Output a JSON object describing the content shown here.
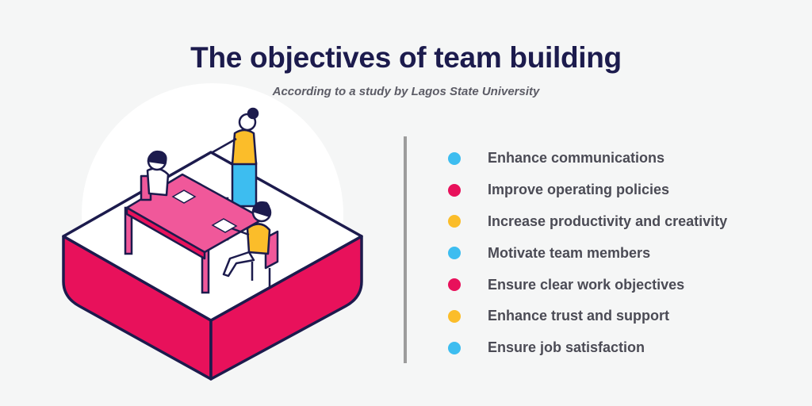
{
  "header": {
    "title": "The objectives of team building",
    "subtitle": "According to a study by Lagos State University"
  },
  "objectives": [
    {
      "label": "Enhance communications",
      "color": "#3dbdf0"
    },
    {
      "label": "Improve operating policies",
      "color": "#e8115b"
    },
    {
      "label": "Increase productivity and creativity",
      "color": "#fbbd2a"
    },
    {
      "label": "Motivate team members",
      "color": "#3dbdf0"
    },
    {
      "label": "Ensure clear work objectives",
      "color": "#e8115b"
    },
    {
      "label": "Enhance trust and support",
      "color": "#fbbd2a"
    },
    {
      "label": "Ensure job satisfaction",
      "color": "#3dbdf0"
    }
  ],
  "palette": {
    "navy": "#1c1b4d",
    "pink": "#e8115b",
    "table": "#f0589a",
    "yellow": "#fbbd2a",
    "blue": "#3dbdf0"
  }
}
